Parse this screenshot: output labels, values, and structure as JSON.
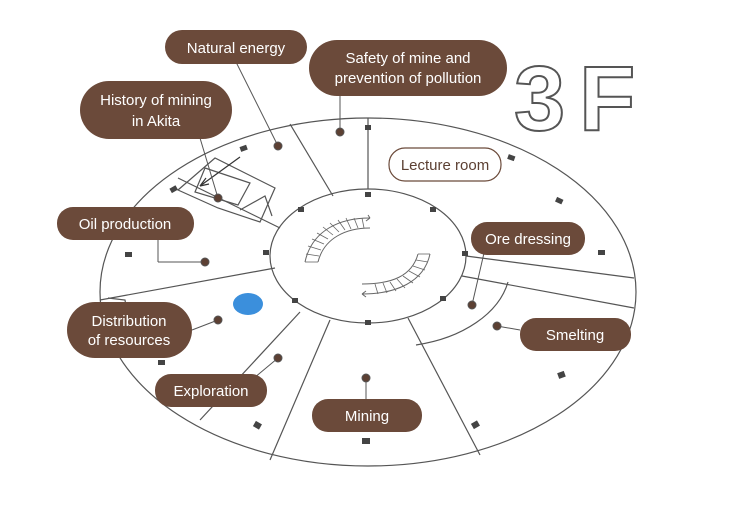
{
  "floor": "3F",
  "labels": {
    "natural_energy": "Natural energy",
    "safety": [
      "Safety of mine and",
      "prevention of pollution"
    ],
    "history": [
      "History of mining",
      "in Akita"
    ],
    "lecture_room": "Lecture room",
    "oil_production": "Oil production",
    "ore_dressing": "Ore dressing",
    "distribution": [
      "Distribution",
      "of resources"
    ],
    "smelting": "Smelting",
    "exploration": "Exploration",
    "mining": "Mining"
  },
  "colors": {
    "label_fill": "#6b4a3a",
    "line": "#555555",
    "marker": "#5c4033",
    "you_are_here": "#3b8fdc"
  }
}
